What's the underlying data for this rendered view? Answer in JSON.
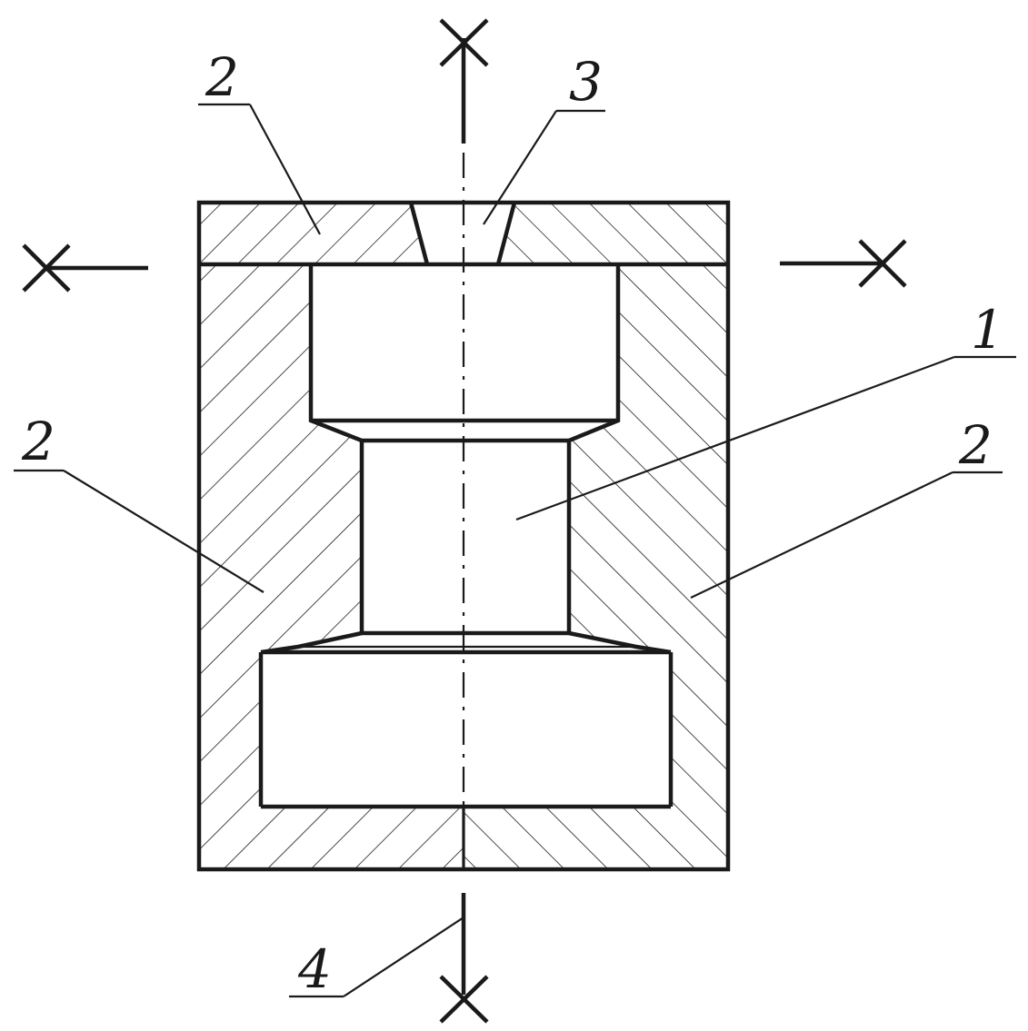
{
  "figure": {
    "callouts": [
      {
        "id": "top-left",
        "text": "2"
      },
      {
        "id": "top-right",
        "text": "3"
      },
      {
        "id": "middle-right-1",
        "text": "1"
      },
      {
        "id": "middle-left",
        "text": "2"
      },
      {
        "id": "middle-right-2",
        "text": "2"
      },
      {
        "id": "bottom",
        "text": "4"
      }
    ]
  },
  "colors": {
    "ink": "#1a1a1a",
    "paper": "#ffffff"
  }
}
